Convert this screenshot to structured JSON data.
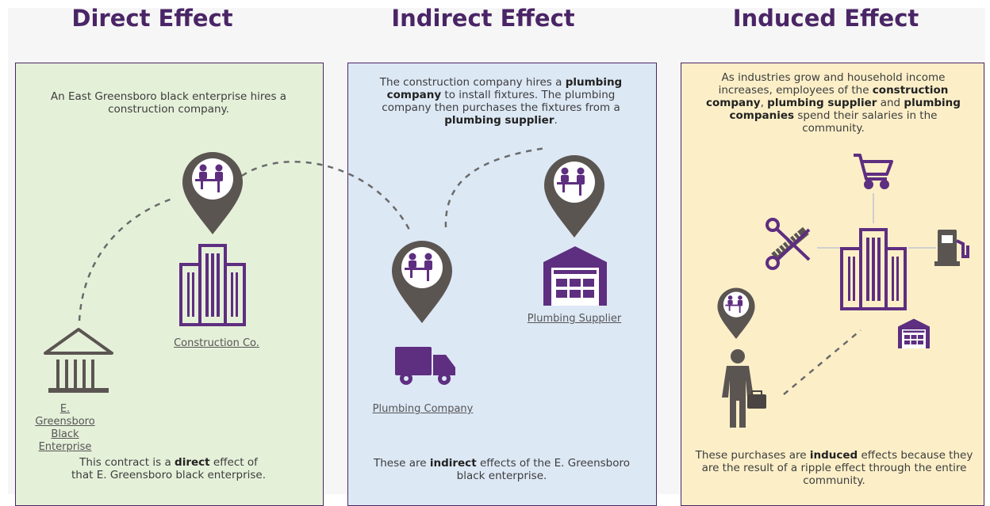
{
  "headings": {
    "direct": "Direct Effect",
    "indirect": "Indirect Effect",
    "induced": "Induced Effect"
  },
  "direct": {
    "intro": "An East Greensboro black enterprise hires a construction company.",
    "label_enterprise": "E. Greensboro Black Enterprise",
    "label_construction": "Construction Co.",
    "footer": {
      "pre": "This contract is a ",
      "bold": "direct",
      "post": " effect of that E. Greensboro black enterprise."
    }
  },
  "indirect": {
    "intro": {
      "t1": "The construction company hires a ",
      "b1": "plumbing company",
      "t2": " to install fixtures. The plumbing company then purchases the fixtures from a ",
      "b2": "plumbing supplier",
      "t3": "."
    },
    "label_supplier": "Plumbing Supplier",
    "label_company": "Plumbing Company",
    "footer": {
      "pre": "These are ",
      "bold": "indirect",
      "post": " effects of the E. Greensboro black enterprise."
    }
  },
  "induced": {
    "intro": {
      "t1": "As industries grow and household income increases, employees of the ",
      "b1": "construction company",
      "t2": ", ",
      "b2": "plumbing supplier",
      "t3": " and ",
      "b3": "plumbing companies",
      "t4": " spend their salaries in the community."
    },
    "footer": {
      "pre": "These purchases are ",
      "bold": "induced",
      "post": " effects because they are the result of a ripple effect through the entire community."
    }
  },
  "icons": [
    "bank-icon",
    "building-icon",
    "location-pin-icon",
    "truck-icon",
    "warehouse-icon",
    "shopping-cart-icon",
    "scissors-comb-icon",
    "gas-pump-icon",
    "worker-icon"
  ],
  "colors": {
    "accent": "#4a2566",
    "icon_purple": "#5e2e80",
    "pin_gray": "#5b5552",
    "direct_bg": "#e5f0d9",
    "indirect_bg": "#dde8f5",
    "induced_bg": "#fcefc8"
  }
}
